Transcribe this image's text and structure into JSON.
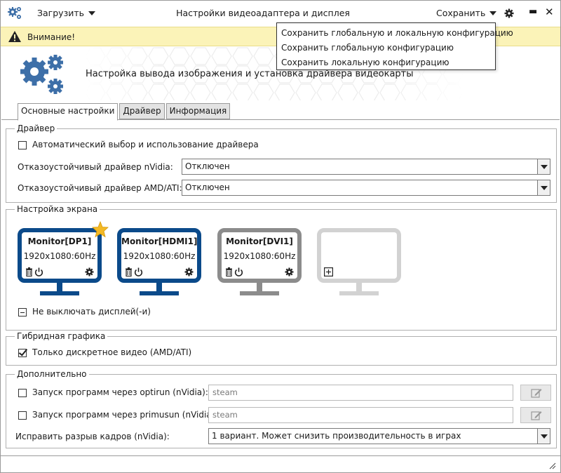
{
  "titlebar": {
    "load_label": "Загрузить",
    "title": "Настройки видеоадаптера и дисплея",
    "save_label": "Сохранить",
    "minimize_glyph": "▬",
    "close_glyph": "✕"
  },
  "save_menu": {
    "items": [
      {
        "label": "Сохранить глобальную и локальную конфигурацию"
      },
      {
        "label": "Сохранить глобальную конфигурацию"
      },
      {
        "label": "Сохранить локальную конфигурацию"
      }
    ]
  },
  "warning": {
    "text": "Внимание!"
  },
  "header": {
    "text": "Настройка вывода изображения и установка драйвера видеокарты"
  },
  "tabs": [
    {
      "label": "Основные настройки",
      "active": true
    },
    {
      "label": "Драйвер",
      "active": false
    },
    {
      "label": "Информация",
      "active": false
    }
  ],
  "driver": {
    "legend": "Драйвер",
    "auto_label": "Автоматический выбор и использование драйвера",
    "auto_checked": false,
    "nvidia_label": "Отказоустойчивый драйвер nVidia:",
    "nvidia_value": "Отключен",
    "amd_label": "Отказоустойчивый драйвер AMD/ATI:",
    "amd_value": "Отключен"
  },
  "screen": {
    "legend": "Настройка экрана",
    "monitors": [
      {
        "name": "Monitor[DP1]",
        "resolution": "1920x1080:60Hz",
        "primary": true,
        "state": "active"
      },
      {
        "name": "Monitor[HDMI1]",
        "resolution": "1920x1080:60Hz",
        "primary": false,
        "state": "active"
      },
      {
        "name": "Monitor[DVI1]",
        "resolution": "1920x1080:60Hz",
        "primary": false,
        "state": "inactive"
      }
    ],
    "keep_on_label": "Не выключать дисплей(-и)"
  },
  "hybrid": {
    "legend": "Гибридная графика",
    "discrete_label": "Только дискретное видео (AMD/ATI)",
    "discrete_checked": true
  },
  "extra": {
    "legend": "Дополнительно",
    "optirun_label": "Запуск программ через optirun (nVidia):",
    "optirun_value": "steam",
    "primusun_label": "Запуск программ через primusun (nVidia):",
    "primusun_value": "steam",
    "tearing_label": "Исправить разрыв кадров (nVidia):",
    "tearing_value": "1 вариант. Может снизить производительность в играх"
  },
  "colors": {
    "accent_blue": "#0b4a8a",
    "inactive_gray": "#8c8c8c",
    "empty_gray": "#d2d2d2",
    "warning_bg": "#fbf3b8",
    "gear_blue": "#3d6fa8",
    "star_gold": "#f3b925"
  }
}
